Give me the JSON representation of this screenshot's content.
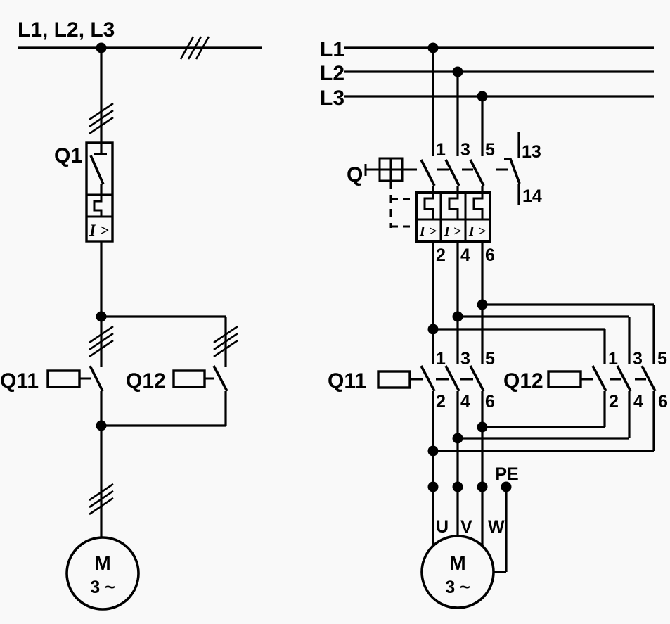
{
  "colors": {
    "ink": "#000000",
    "background": "#f9f9f9"
  },
  "left": {
    "supply_label": "L1, L2, L3",
    "breaker": {
      "label": "Q1",
      "trip_label": "I >"
    },
    "contactor_forward": "Q11",
    "contactor_reverse": "Q12",
    "motor": {
      "letter": "M",
      "phases": "3 ~"
    }
  },
  "right": {
    "lines": [
      "L1",
      "L2",
      "L3"
    ],
    "disconnect": {
      "label": "Q",
      "pole_terminals": [
        "1",
        "3",
        "5"
      ],
      "aux_terminal_top": "13",
      "aux_terminal_bottom": "14"
    },
    "overload": {
      "trip_labels": [
        "I >",
        "I >",
        "I >"
      ],
      "out_terminals": [
        "2",
        "4",
        "6"
      ]
    },
    "q11": {
      "label": "Q11",
      "in_terminals": [
        "1",
        "3",
        "5"
      ],
      "out_terminals": [
        "2",
        "4",
        "6"
      ]
    },
    "q12": {
      "label": "Q12",
      "in_terminals": [
        "1",
        "3",
        "5"
      ],
      "out_terminals": [
        "2",
        "4",
        "6"
      ]
    },
    "earth_label": "PE",
    "motor_terminals": [
      "U",
      "V",
      "W"
    ],
    "motor": {
      "letter": "M",
      "phases": "3 ~"
    }
  }
}
